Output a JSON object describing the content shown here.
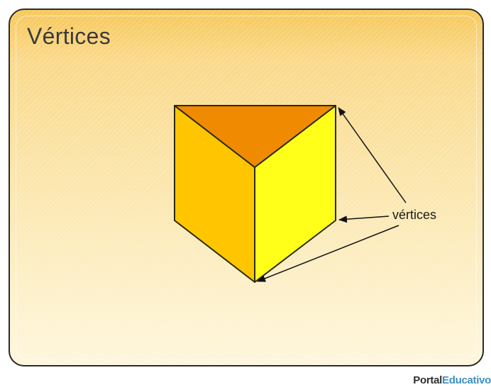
{
  "slide": {
    "title": "Vértices"
  },
  "diagram": {
    "label": "vértices",
    "colors": {
      "top_face": "#f08a00",
      "left_face": "#ffc600",
      "right_face": "#ffff1a",
      "edge": "#2a2a10",
      "arrow": "#111111"
    }
  },
  "logo": {
    "part1": "Portal",
    "part2": "Educativo"
  }
}
